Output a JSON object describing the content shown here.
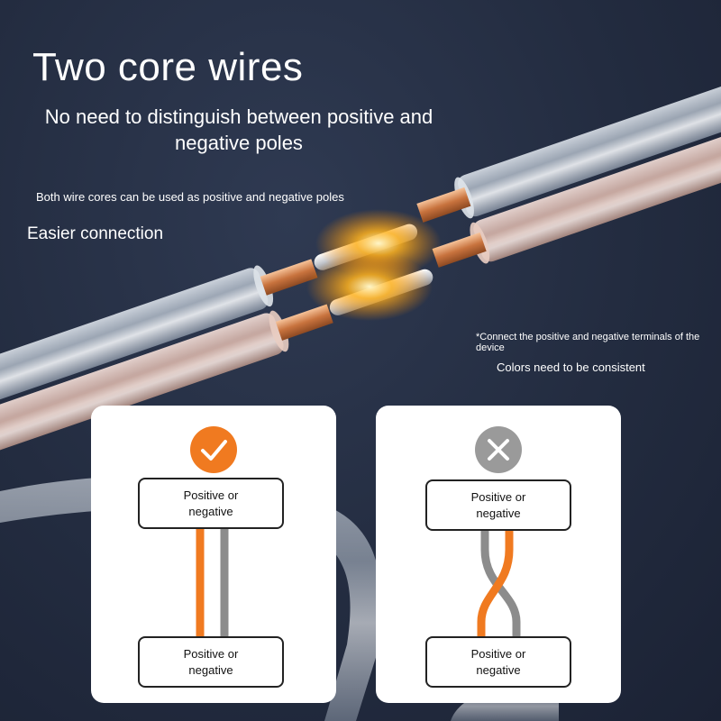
{
  "header": {
    "title": "Two core wires",
    "subtitle": "No need to distinguish between positive and negative poles",
    "note_cores": "Both wire cores can be used as positive and negative poles",
    "note_easier": "Easier connection"
  },
  "instructions": {
    "connect_note": "*Connect the positive and negative terminals of the device",
    "colors_note": "Colors need to be consistent"
  },
  "diagram_correct": {
    "status_icon": "check-icon",
    "status_color": "#f07a20",
    "top_terminal": "Positive or negative",
    "bottom_terminal": "Positive or negative",
    "lead_colors": [
      "#f07a20",
      "#8c8c8c"
    ]
  },
  "diagram_wrong": {
    "status_icon": "cross-icon",
    "status_color": "#9a9a9a",
    "top_terminal": "Positive or negative",
    "bottom_terminal": "Positive or negative",
    "lead_colors": [
      "#f07a20",
      "#8c8c8c"
    ]
  }
}
